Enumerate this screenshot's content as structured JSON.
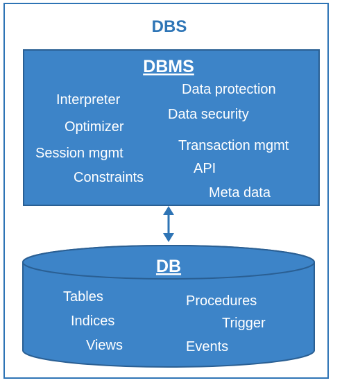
{
  "dbs": {
    "title": "DBS"
  },
  "dbms": {
    "title": "DBMS",
    "left_items": [
      "Interpreter",
      "Optimizer",
      "Session mgmt",
      "Constraints"
    ],
    "right_items": [
      "Data protection",
      "Data security",
      "Transaction mgmt",
      "API",
      "Meta data"
    ]
  },
  "db": {
    "title": "DB",
    "left_items": [
      "Tables",
      "Indices",
      "Views"
    ],
    "right_items": [
      "Procedures",
      "Trigger",
      "Events"
    ]
  },
  "connector": {
    "type": "bidirectional-arrow"
  },
  "colors": {
    "frame_border": "#2e74b5",
    "frame_title": "#2e75b6",
    "box_fill": "#3d84c8",
    "box_stroke": "#2a5f93",
    "text": "#ffffff",
    "arrow": "#2e74b5"
  }
}
